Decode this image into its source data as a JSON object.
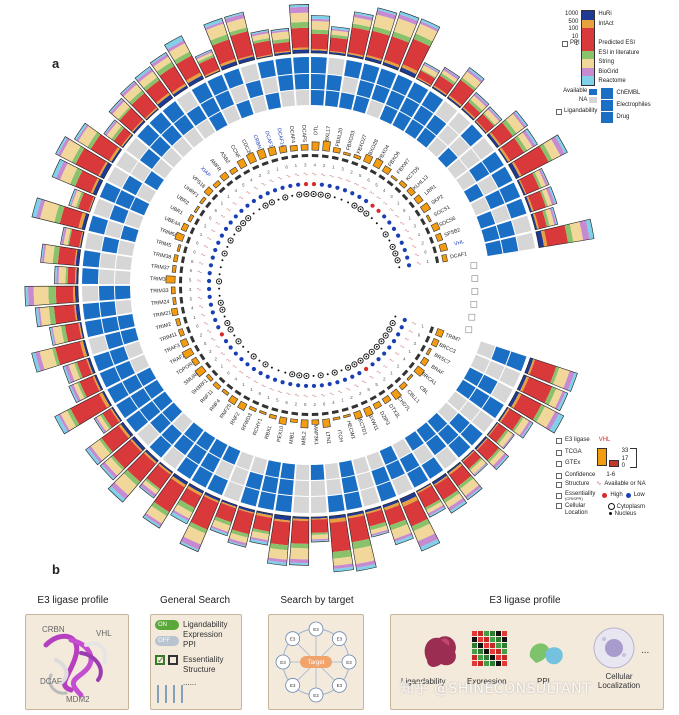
{
  "panels": {
    "a": "a",
    "b": "b"
  },
  "colors": {
    "HuRi": "#1f3a93",
    "IntAct": "#e8a13c",
    "Predicted ESI": "#d9393b",
    "ESI in literature": "#8ac26b",
    "String": "#f1d79a",
    "BioGrid": "#c68ad1",
    "Reactome": "#7fd0e8",
    "available": "#1a6fc4",
    "na": "#d6d6d6",
    "high": "#d62b2b",
    "low": "#1a3fb5",
    "expression": "#f39c12"
  },
  "ligases_clockwise_from_top": [
    "DTL",
    "FBXL17",
    "FBXL20",
    "FBXO33",
    "FBXO27",
    "FBXO28",
    "FBXO4",
    "FBXO6",
    "FBXW7",
    "KCTD5",
    "KLHL13",
    "LRR1",
    "SKP2",
    "SOCS1",
    "SOCS6",
    "SPSB2",
    "VHL",
    "DCAF1",
    "",
    "",
    "",
    "",
    "",
    "",
    "TRIM7",
    "BRCC3",
    "BRSC7",
    "BRAF",
    "BRCA1",
    "CBL",
    "CBLL1",
    "CHD7L",
    "DTX3L",
    "DZIP3",
    "FBXW11",
    "HECTD1",
    "HECW1",
    "ITCH",
    "LTN1",
    "MAP3K1",
    "MBL2",
    "MIB1",
    "PEX10",
    "RBX1",
    "RCHY1",
    "RFWD3",
    "RNF2",
    "RNF25",
    "RNF4",
    "RNF11",
    "SH3RF1",
    "SMURF2",
    "TOPORS",
    "TRAF2",
    "TRAF3",
    "TRIM11",
    "TRIM2",
    "TRIM21",
    "TRIM24",
    "TRIM33",
    "TRIM36",
    "TRIM37",
    "TRIM38",
    "TRIM5",
    "TRIM56",
    "UBE4A",
    "UBR1",
    "UBR2",
    "UHRF1",
    "VPS18",
    "XIAP",
    "AMFR",
    "ASB2",
    "CCNF",
    "CDC20",
    "CRBN",
    "DCAF15",
    "DCAF16",
    "DCAF4",
    "DCAF5"
  ],
  "highlighted_ligases": [
    "VHL",
    "CRBN",
    "DCAF15",
    "DCAF16",
    "XIAP"
  ],
  "legend": {
    "ppi_scale": [
      "1000",
      "500",
      "100",
      "10",
      "1"
    ],
    "ppi_label": "PPI",
    "ppi_sources": [
      "HuRi",
      "IntAct",
      "Predicted ESI",
      "ESI in literature",
      "String",
      "BioGrid",
      "Reactome"
    ],
    "available": "Available",
    "na": "NA",
    "ligandability": "Ligandability",
    "ligandability_types": [
      "ChEMBL",
      "Electrophiles",
      "Drug"
    ],
    "e3_ligase": "E3 ligase",
    "e3_example": "VHL",
    "tcga": "TCGA",
    "gtex": "GTEx",
    "expr_scale": [
      "33",
      "17",
      "0"
    ],
    "confidence": "Confidence",
    "confidence_range": "1-6",
    "structure": "Structure",
    "structure_note": "Available or NA",
    "essentiality": "Essentiality",
    "essentiality_sub": "(CRISPR)",
    "high": "High",
    "low": "Low",
    "cellular_location": "Cellular Location",
    "cytoplasm": "Cytoplasm",
    "nucleus": "Nucleus"
  },
  "tabs": [
    {
      "title": "E3 ligase profile"
    },
    {
      "title": "General Search"
    },
    {
      "title": "Search by target"
    },
    {
      "title": "E3 ligase profile"
    }
  ],
  "tile1": {
    "labels": [
      "CRBN",
      "VHL",
      "DCAF",
      "MDM2"
    ]
  },
  "tile2": {
    "toggle_on": "ON",
    "toggle_off": "OFF",
    "items": [
      "Ligandability",
      "Expression",
      "PPI",
      "Essentiality",
      "Structure",
      "......"
    ]
  },
  "tile3": {
    "center": "Target",
    "node": "E3"
  },
  "tile4": {
    "labels": [
      "Ligandability",
      "Expression",
      "PPI",
      "Cellular Localization"
    ],
    "more": "..."
  },
  "watermark": "知乎 @SHINECONSULTANT"
}
